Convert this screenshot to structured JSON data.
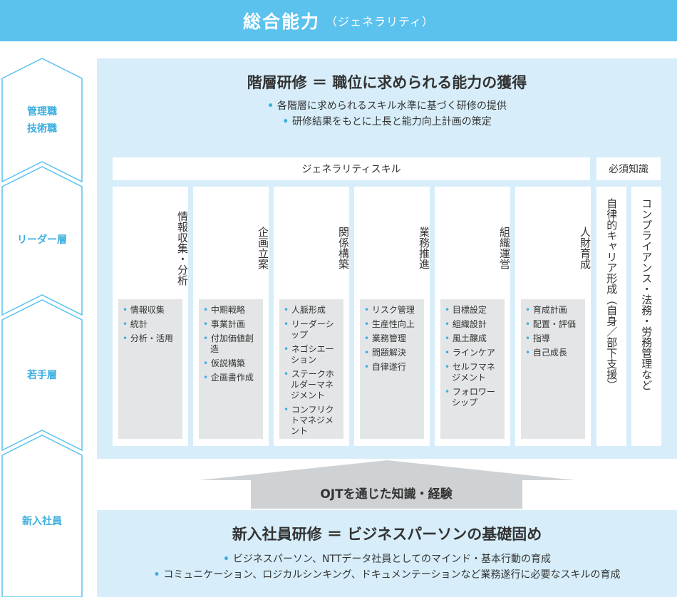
{
  "header": {
    "title": "総合能力",
    "subtitle": "（ジェネラリティ）"
  },
  "levels": [
    {
      "label_line1": "管理職",
      "label_line2": "技術職"
    },
    {
      "label": "リーダー層"
    },
    {
      "label": "若手層"
    },
    {
      "label": "新入社員"
    }
  ],
  "upper": {
    "title": "階層研修 ＝ 職位に求められる能力の獲得",
    "bullets": [
      "各階層に求められるスキル水準に基づく研修の提供",
      "研修結果をもとに上長と能力向上計画の策定"
    ],
    "generality_bar": "ジェネラリティスキル",
    "required_bar": "必須知識"
  },
  "skills": [
    {
      "title": "情報収集・分析",
      "items": [
        "情報収集",
        "統計",
        "分析・活用"
      ]
    },
    {
      "title": "企画立案",
      "items": [
        "中期戦略",
        "事業計画",
        "付加価値創造",
        "仮説構築",
        "企画書作成"
      ]
    },
    {
      "title": "関係構築",
      "items": [
        "人脈形成",
        "リーダーシップ",
        "ネゴシエーション",
        "ステークホルダーマネジメント",
        "コンフリクトマネジメント"
      ]
    },
    {
      "title": "業務推進",
      "items": [
        "リスク管理",
        "生産性向上",
        "業務管理",
        "問題解決",
        "自律遂行"
      ]
    },
    {
      "title": "組織運営",
      "items": [
        "目標設定",
        "組織設計",
        "風土醸成",
        "ラインケア",
        "セルフマネジメント",
        "フォロワーシップ"
      ]
    },
    {
      "title": "人財育成",
      "items": [
        "育成計画",
        "配置・評価",
        "指導",
        "自己成長"
      ]
    }
  ],
  "required": [
    "自律的キャリア形成（自身／部下支援）",
    "コンプライアンス・法務・労務管理など"
  ],
  "ojt": {
    "label": "OJTを通じた知識・経験"
  },
  "lower": {
    "title": "新入社員研修 ＝ ビジネスパーソンの基礎固め",
    "bullets": [
      "ビジネスパーソン、NTTデータ社員としてのマインド・基本行動の育成",
      "コミュニケーション、ロジカルシンキング、ドキュメンテーションなど業務遂行に必要なスキルの育成"
    ]
  },
  "colors": {
    "header": "#5bc2ee",
    "accent": "#3aaedf",
    "panel": "#d7eefa",
    "list_bg": "#e3e5e6",
    "arrow": "#cfd2d4"
  }
}
